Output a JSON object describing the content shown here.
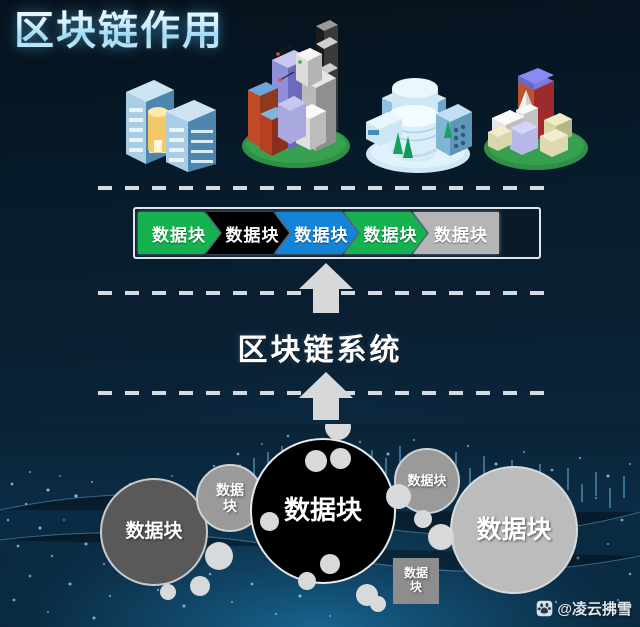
{
  "page": {
    "title": "区块链作用",
    "background_top_color": "#061420",
    "background_bottom_color": "#0a2438"
  },
  "buildings": {
    "label": "isometric city illustrations",
    "groups": [
      {
        "name": "office-towers",
        "base_color": "#2f7a3e"
      },
      {
        "name": "skyscraper-cluster",
        "base_color": "#2f7a3e"
      },
      {
        "name": "civic-building",
        "base_color": "#bfe3f0"
      },
      {
        "name": "church-town",
        "base_color": "#2f7a3e"
      }
    ]
  },
  "chain": {
    "blocks": [
      {
        "label": "数据块",
        "color": "#15b24f",
        "text_color": "#ffffff"
      },
      {
        "label": "数据块",
        "color": "#000000",
        "text_color": "#ffffff"
      },
      {
        "label": "数据块",
        "color": "#1484d6",
        "text_color": "#ffffff"
      },
      {
        "label": "数据块",
        "color": "#15b24f",
        "text_color": "#ffffff"
      },
      {
        "label": "数据块",
        "color": "#b5b5b5",
        "text_color": "#ffffff"
      }
    ],
    "frame_color": "#dfe6ec"
  },
  "system": {
    "label": "区块链系统",
    "arrow_color": "#d6d8da",
    "arrow_count": 2
  },
  "dividers": {
    "count": 3,
    "color": "#d6dbe0",
    "style": "dashed"
  },
  "network": {
    "nodes": [
      {
        "id": "node-left-dark",
        "label": "数据块",
        "lines": 1,
        "style": "dark"
      },
      {
        "id": "node-left-small",
        "label": "数据块",
        "lines": 2,
        "line1": "数据",
        "line2": "块",
        "style": "mid"
      },
      {
        "id": "node-center-black",
        "label": "数据块",
        "lines": 1,
        "style": "black"
      },
      {
        "id": "node-right-small",
        "label": "数据块",
        "lines": 1,
        "style": "mid"
      },
      {
        "id": "node-right-big",
        "label": "数据块",
        "lines": 1,
        "style": "light"
      },
      {
        "id": "node-square",
        "label": "数据块",
        "lines": 2,
        "line1": "数据",
        "line2": "块",
        "style": "square"
      }
    ],
    "satellite_color": "#d7d9db",
    "particle_color": "#7fd4ff"
  },
  "watermark": {
    "handle": "@凌云拂雪",
    "icon": "baidu-paw-icon"
  }
}
